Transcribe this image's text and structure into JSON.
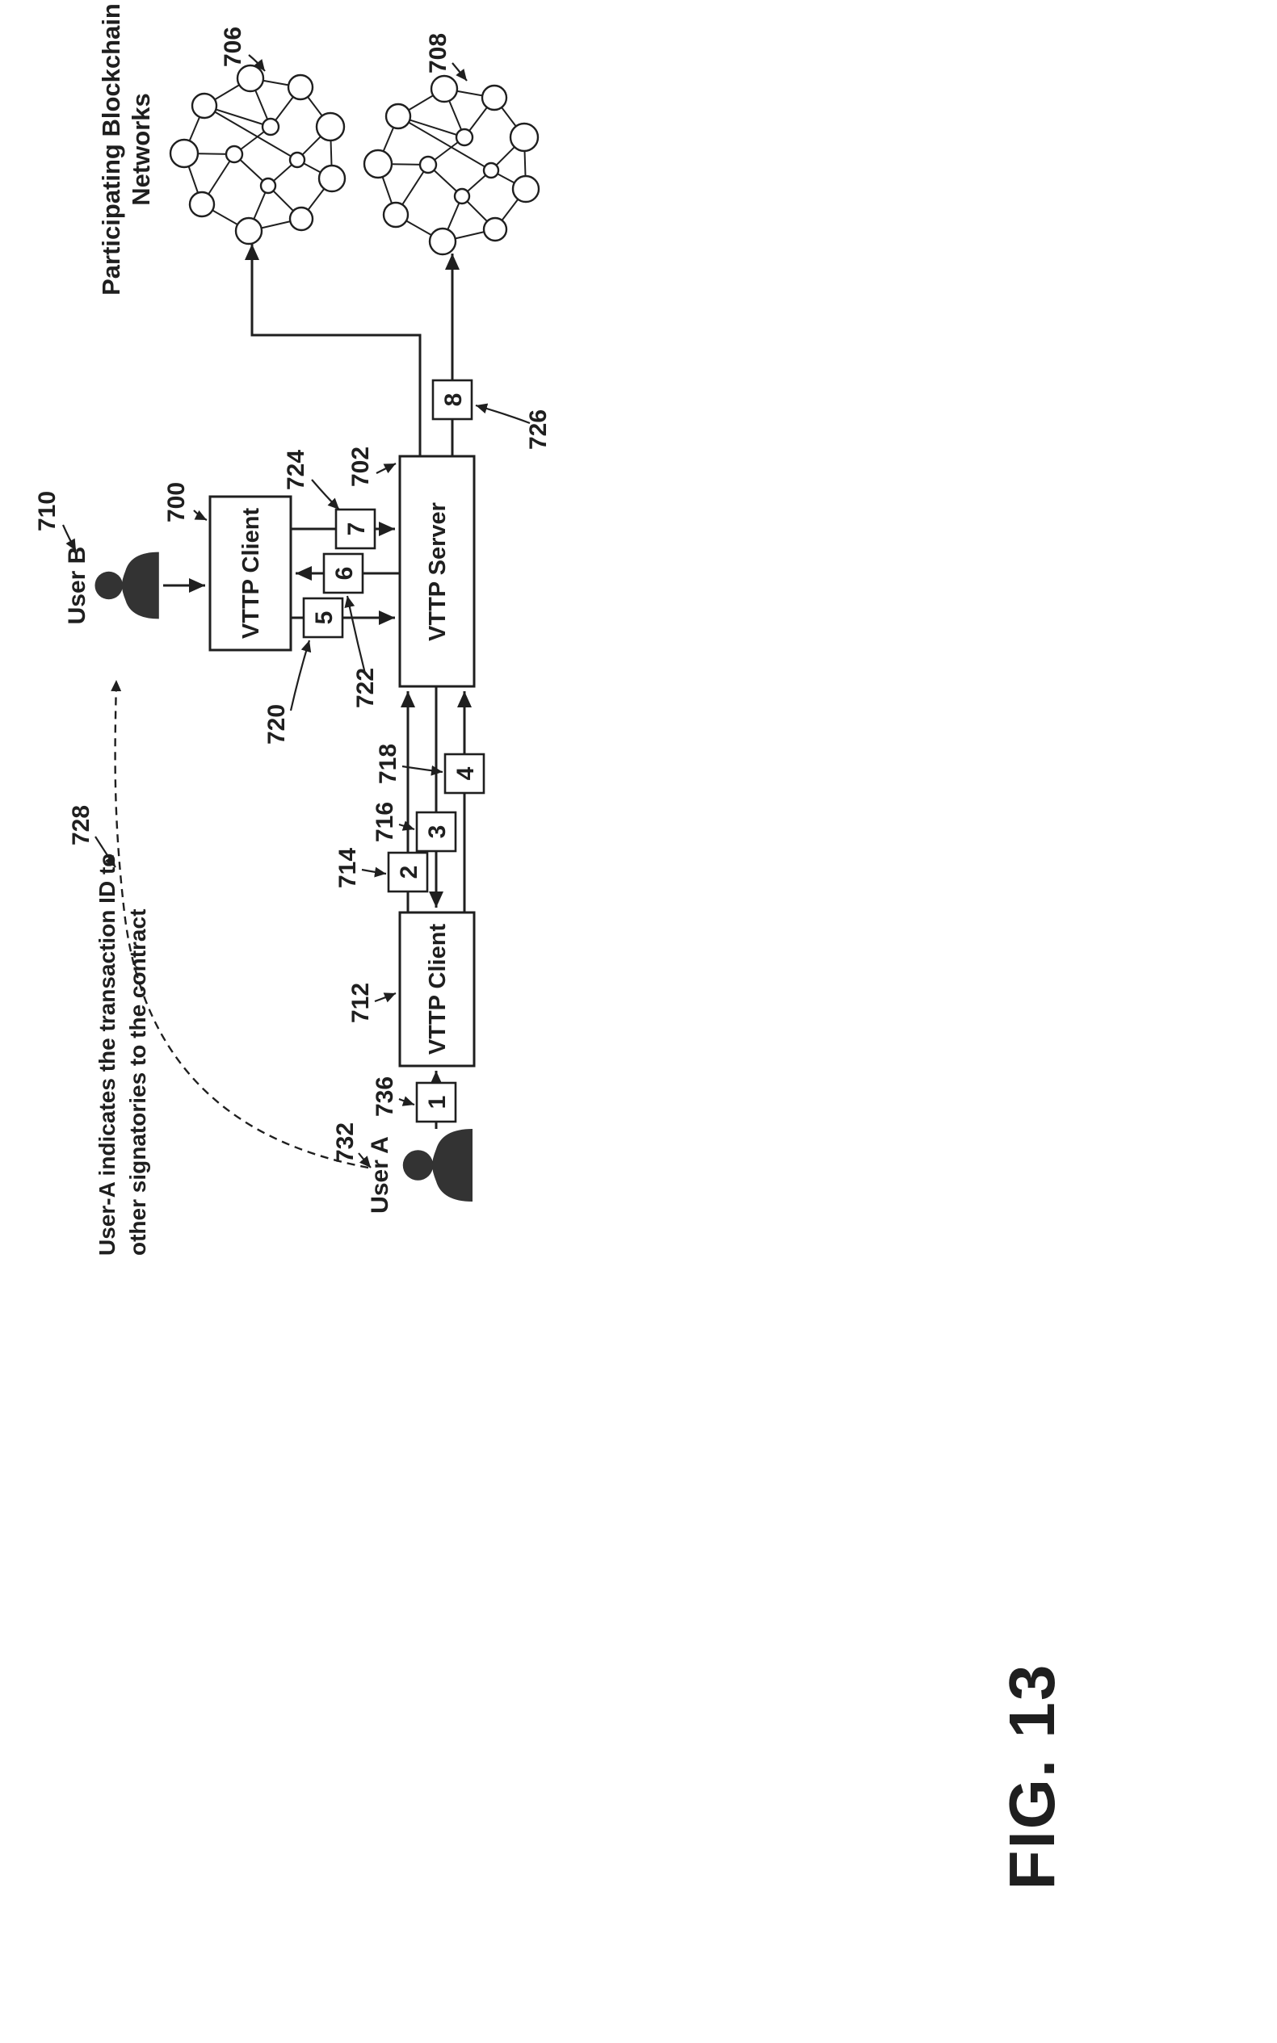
{
  "figure_label": "FIG. 13",
  "title": {
    "line1": "Participating Blockchain",
    "line2": "Networks"
  },
  "annotation": {
    "line1": "User-A indicates the transaction ID to",
    "line2": "other signatories to the contract"
  },
  "users": {
    "user_a": "User A",
    "user_b": "User B"
  },
  "nodes": {
    "client_a": "VTTP Client",
    "client_b": "VTTP Client",
    "server": "VTTP Server"
  },
  "steps": {
    "s1": "1",
    "s2": "2",
    "s3": "3",
    "s4": "4",
    "s5": "5",
    "s6": "6",
    "s7": "7",
    "s8": "8"
  },
  "refs": {
    "r700": "700",
    "r702": "702",
    "r706": "706",
    "r708": "708",
    "r710": "710",
    "r712": "712",
    "r714": "714",
    "r716": "716",
    "r718": "718",
    "r720": "720",
    "r722": "722",
    "r724": "724",
    "r726": "726",
    "r728": "728",
    "r732": "732",
    "r736": "736"
  },
  "colors": {
    "ink": "#1f1f1f",
    "background": "#ffffff"
  }
}
